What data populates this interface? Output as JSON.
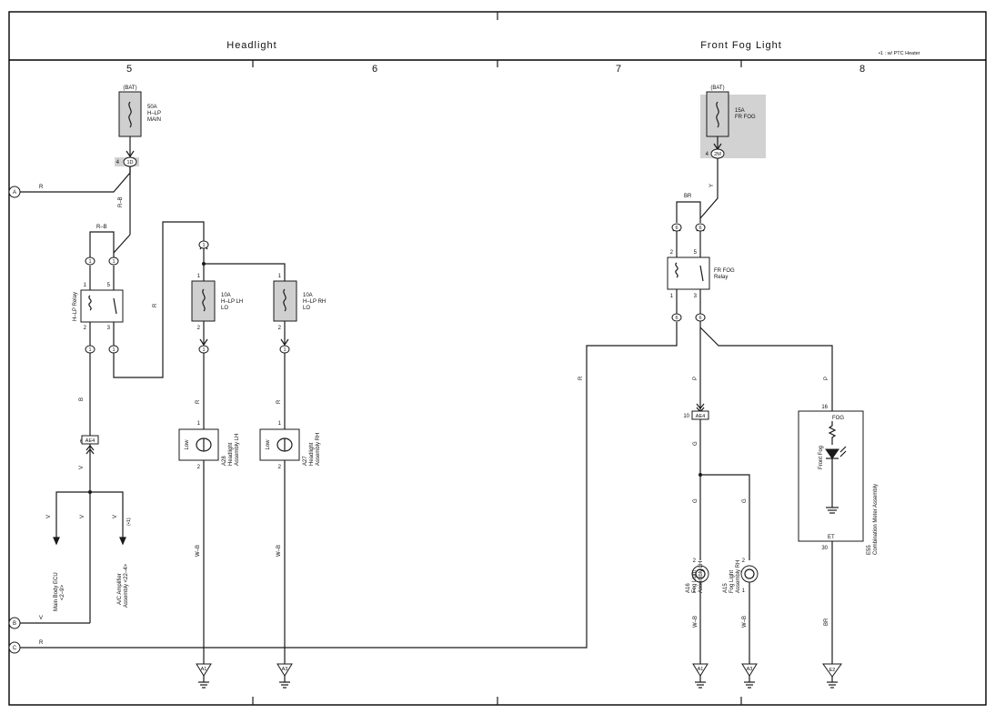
{
  "sections": {
    "left": "Headlight",
    "right": "Front Fog Light"
  },
  "columns": [
    "5",
    "6",
    "7",
    "8"
  ],
  "footnote": "•1 : w/ PTC Heater",
  "ports": {
    "a": "A",
    "b": "B",
    "c": "C"
  },
  "bat": "(BAT)",
  "fuses": {
    "main": {
      "rating": "50A",
      "name1": "H–LP",
      "name2": "MAIN"
    },
    "frfog": {
      "rating": "15A",
      "name1": "FR FOG"
    },
    "lh": {
      "rating": "10A",
      "name1": "H–LP LH",
      "name2": "LO"
    },
    "rh": {
      "rating": "10A",
      "name1": "H–LP RH",
      "name2": "LO"
    }
  },
  "connectors": {
    "c1d": "1D",
    "c1d_pin": "4",
    "c2m": "2M",
    "c2m_pin": "4",
    "one": "1",
    "six": "6",
    "ae4": "AE4",
    "ae4_pin_left": "6",
    "ae4_pin_right": "10"
  },
  "relays": {
    "hlp": "H–LP Relay",
    "frfog1": "FR FOG",
    "frfog2": "Relay"
  },
  "pins": {
    "p1": "1",
    "p2": "2",
    "p3": "3",
    "p5": "5",
    "p16": "16",
    "p30": "30"
  },
  "wires": {
    "r": "R",
    "rb": "R–B",
    "b": "B",
    "v": "V",
    "wb": "W–B",
    "br": "BR",
    "y": "Y",
    "p": "P",
    "g": "G",
    "note1": "(•1)"
  },
  "headlights": {
    "lh": {
      "label": "Low",
      "id": "A28",
      "name1": "Headlight",
      "name2": "Assembly LH"
    },
    "rh": {
      "label": "Low",
      "id": "A27",
      "name1": "Headlight",
      "name2": "Assembly RH"
    }
  },
  "foglights": {
    "lh": {
      "id": "A16",
      "name1": "Fog Light",
      "name2": "Assembly LH"
    },
    "rh": {
      "id": "A15",
      "name1": "Fog Light",
      "name2": "Assembly RH"
    }
  },
  "meter": {
    "fog": "FOG",
    "et": "ET",
    "lamp": "Front Fog",
    "id": "E55",
    "name": "Combination Meter Assembly"
  },
  "targets": {
    "ecu1": "Main Body ECU",
    "ecu2": "<2–9>",
    "ac1": "A/C Amplifier",
    "ac2": "Assembly <22–4>"
  },
  "grounds": {
    "a1": "A1",
    "a3": "A3",
    "e2": "E2"
  }
}
